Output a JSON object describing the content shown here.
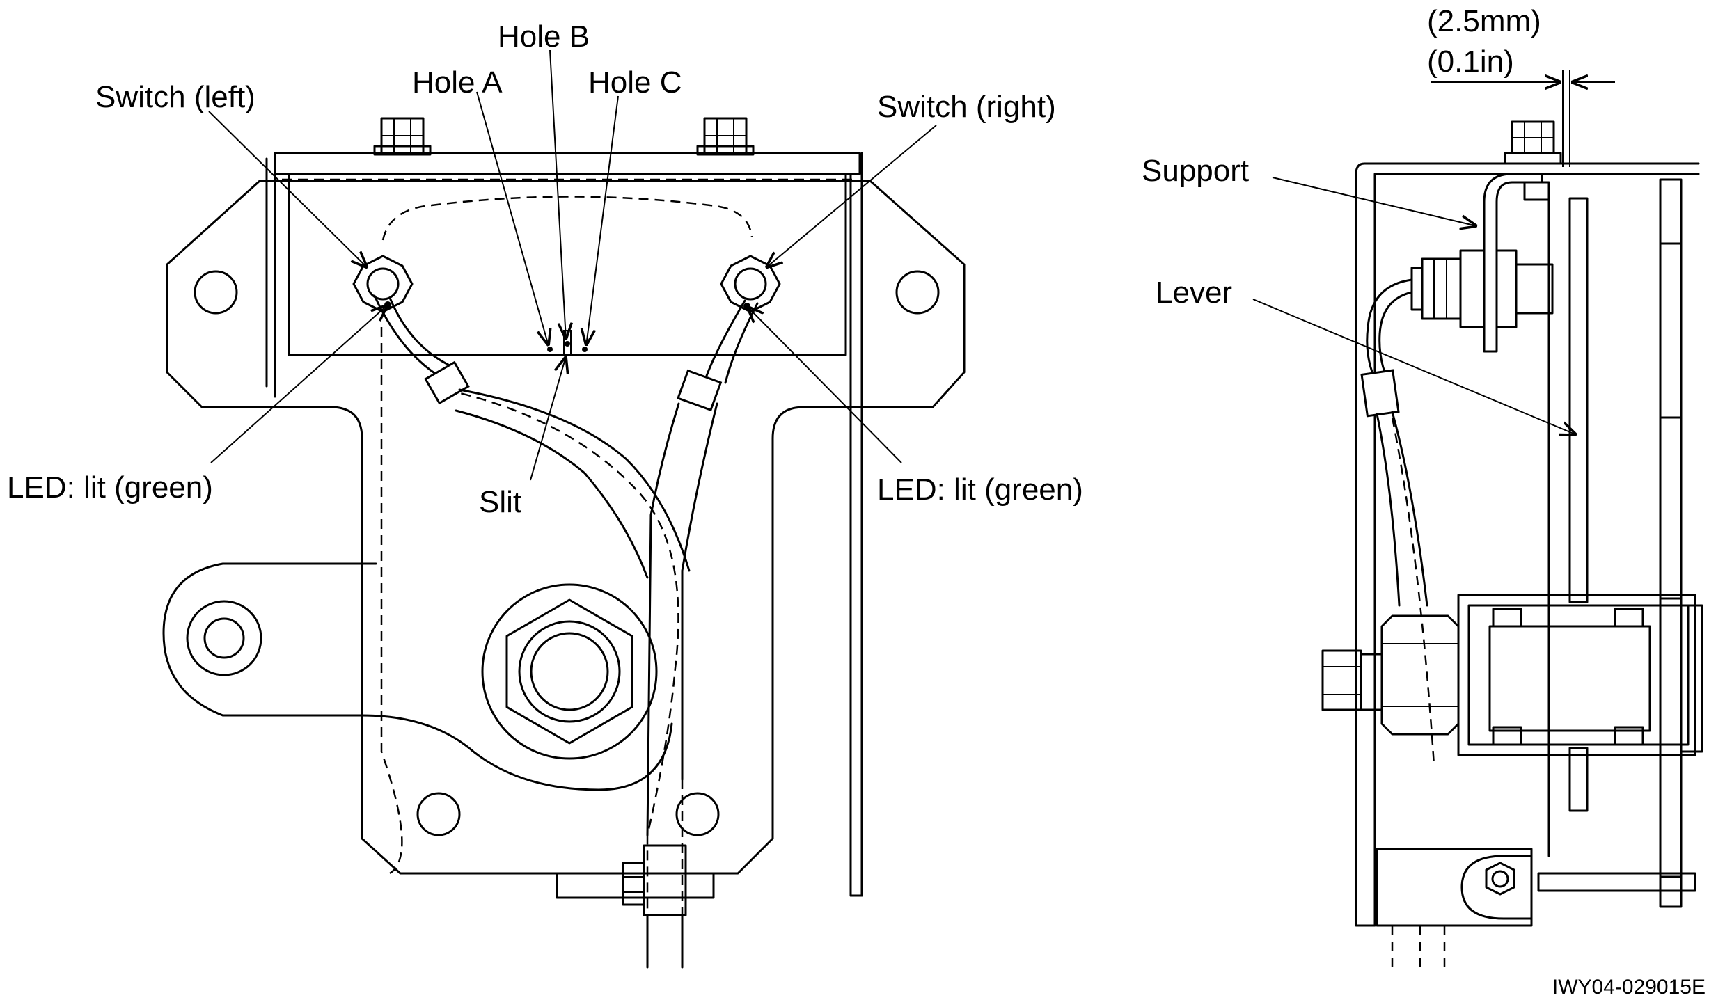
{
  "labels": {
    "hole_b": "Hole B",
    "hole_a": "Hole A",
    "hole_c": "Hole C",
    "switch_left": "Switch (left)",
    "switch_right": "Switch (right)",
    "led_left": "LED: lit (green)",
    "led_right": "LED: lit (green)",
    "slit": "Slit",
    "gap_mm": "(2.5mm)",
    "gap_in": "(0.1in)",
    "support": "Support",
    "lever": "Lever"
  },
  "figure_code": "IWY04-029015E"
}
